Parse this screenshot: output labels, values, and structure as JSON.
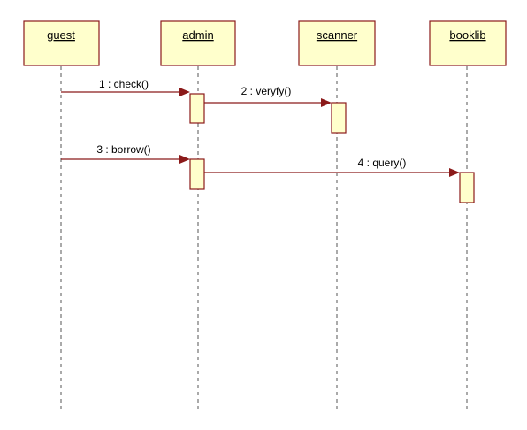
{
  "lifelines": [
    {
      "id": "guest",
      "label": "guest"
    },
    {
      "id": "admin",
      "label": "admin"
    },
    {
      "id": "scanner",
      "label": "scanner"
    },
    {
      "id": "booklib",
      "label": "booklib"
    }
  ],
  "messages": [
    {
      "id": "m1",
      "label": "1 : check()",
      "from": "guest",
      "to": "admin"
    },
    {
      "id": "m2",
      "label": "2 : veryfy()",
      "from": "admin",
      "to": "scanner"
    },
    {
      "id": "m3",
      "label": "3 : borrow()",
      "from": "guest",
      "to": "admin"
    },
    {
      "id": "m4",
      "label": "4 : query()",
      "from": "admin",
      "to": "booklib"
    }
  ],
  "colors": {
    "box_fill": "#ffffcc",
    "border": "#8b1a1a",
    "arrow": "#8b1a1a",
    "lifeline": "#555555"
  }
}
